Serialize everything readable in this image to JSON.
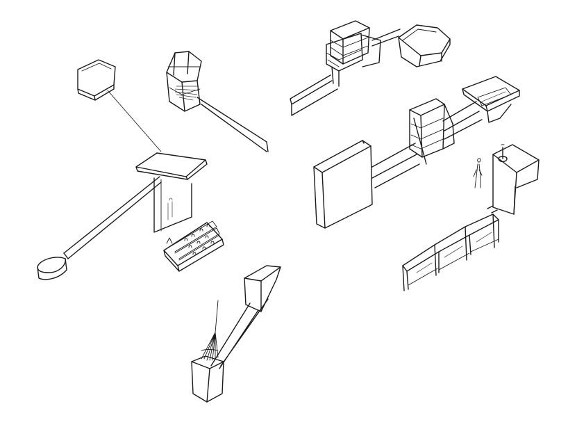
{
  "sketch": {
    "ink_color": "#1a1a1a",
    "paper_color": "#ffffff",
    "elements": [
      "hexagon-pavilion",
      "tower-pavilion",
      "central-platform",
      "long-walkway",
      "oval-end-basin",
      "stepped-seating",
      "upright-panel",
      "tall-box",
      "fringed-box",
      "shelf-unit-top",
      "hexagon-room",
      "long-slab-wall",
      "shelf-unit-middle",
      "raised-platform-right",
      "pedestal-box",
      "standing-figure",
      "cabinet-row"
    ]
  }
}
